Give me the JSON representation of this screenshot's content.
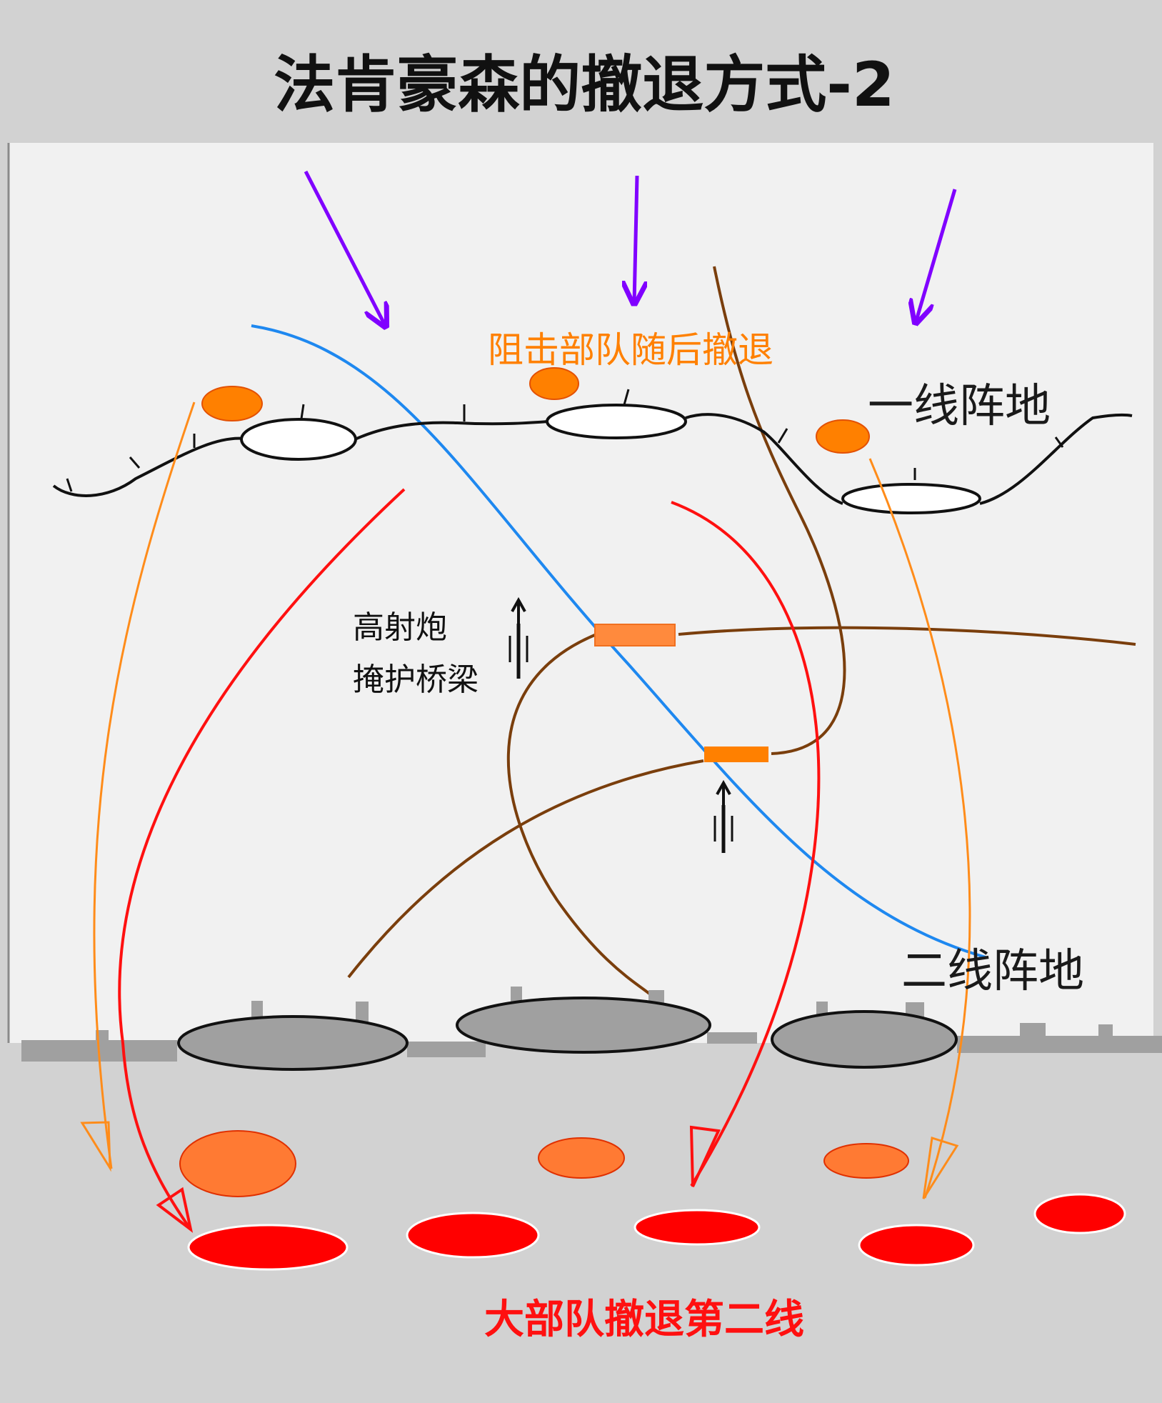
{
  "title": "法肯豪森的撤退方式-2",
  "labels": {
    "rearguard": "阻击部队随后撤退",
    "first_line": "一线阵地",
    "second_line": "二线阵地",
    "aa_line1": "高射炮",
    "aa_line2": "掩护桥梁",
    "main_force": "大部队撤退第二线"
  },
  "colors": {
    "background": "#d2d2d2",
    "panel": "#f1f1f1",
    "enemy_arrow": "#8000ff",
    "river": "#1e88f0",
    "road": "#7a3e0c",
    "rearguard": "#ff8000",
    "main_force": "#ff0000",
    "bridge": "#ff8a3d",
    "second_line_position": "#a0a0a0",
    "withdrawn_rearguard": "#ff7a33"
  },
  "icons": {
    "enemy_advance": "purple-arrow-icon",
    "anti_aircraft": "anti-aircraft-gun-icon",
    "bridge": "bridge-icon"
  }
}
